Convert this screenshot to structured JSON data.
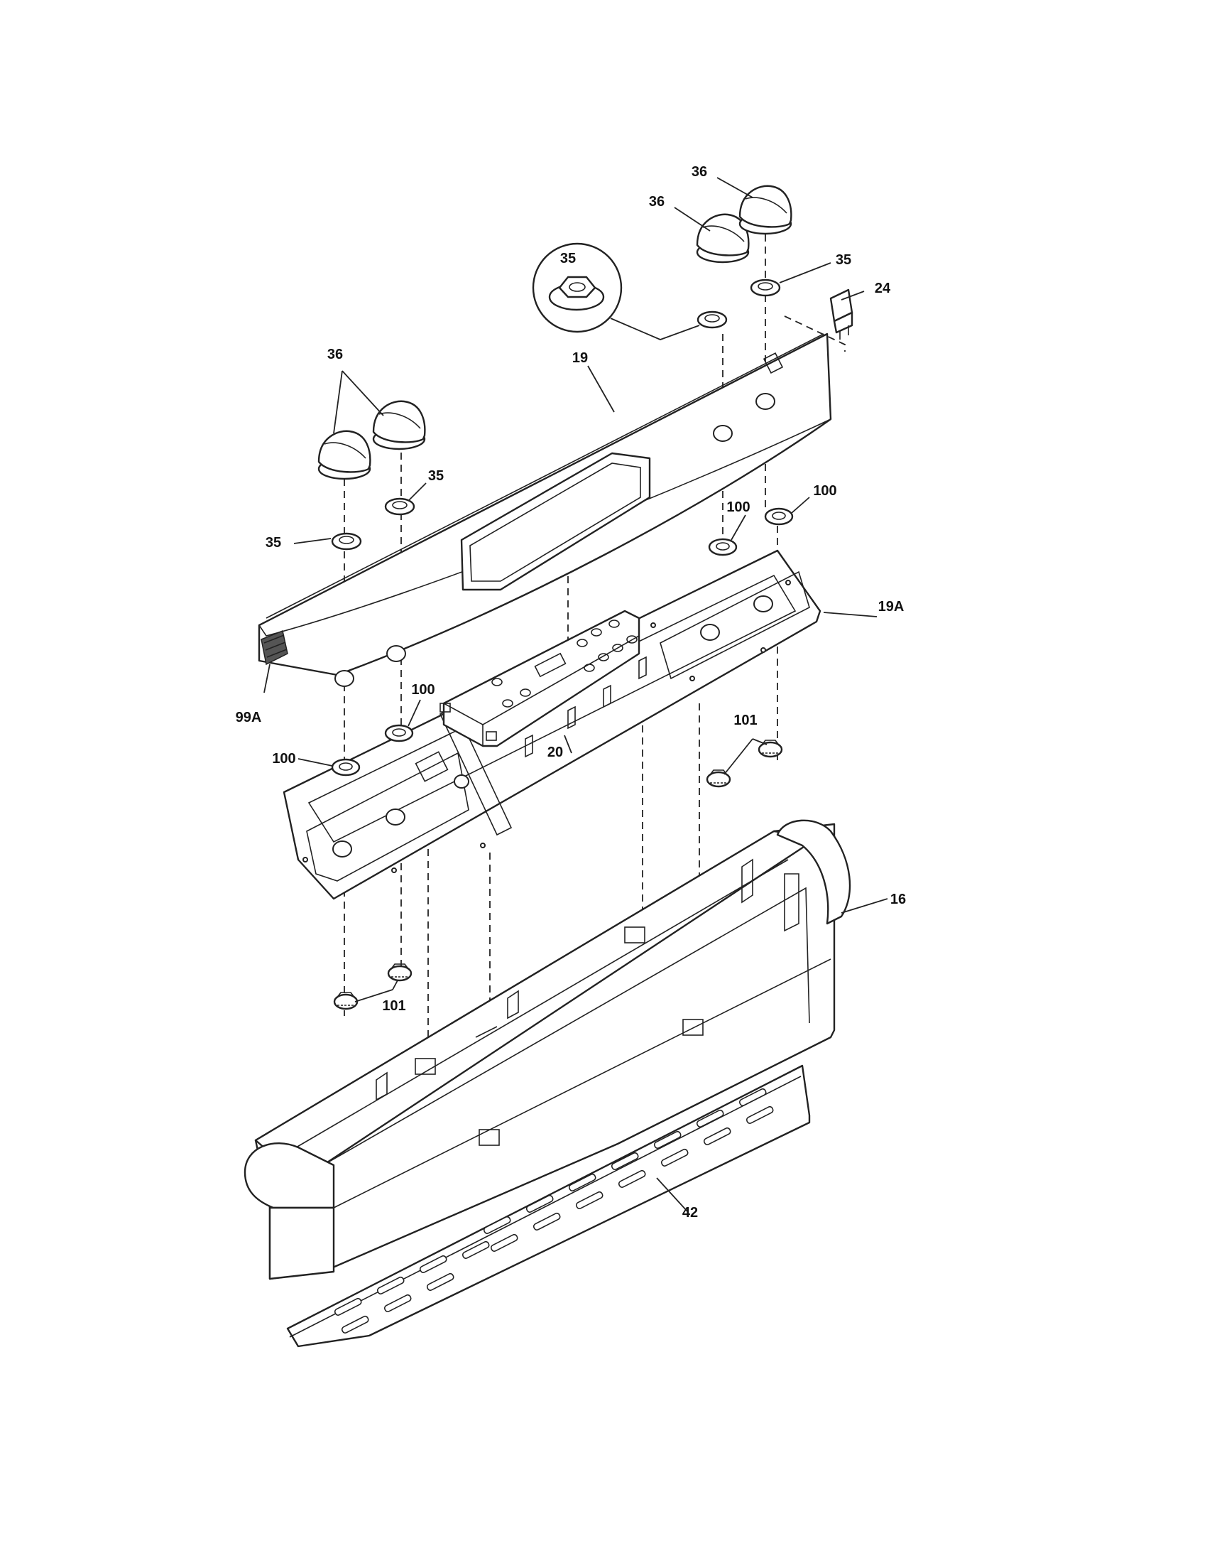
{
  "callouts": {
    "knob_top_a": "36",
    "knob_top_b": "36",
    "knob_left": "36",
    "nut_detail": "35",
    "nut_top_right": "35",
    "nut_left_a": "35",
    "nut_left_b": "35",
    "switch": "24",
    "panel": "19",
    "panel_bracket": "19A",
    "washer_right_a": "100",
    "washer_right_b": "100",
    "washer_left_a": "100",
    "washer_left_b": "100",
    "clip_right": "101",
    "clip_left": "101",
    "control_board": "20",
    "ribbon": "99A",
    "backguard": "16",
    "grille": "42"
  }
}
